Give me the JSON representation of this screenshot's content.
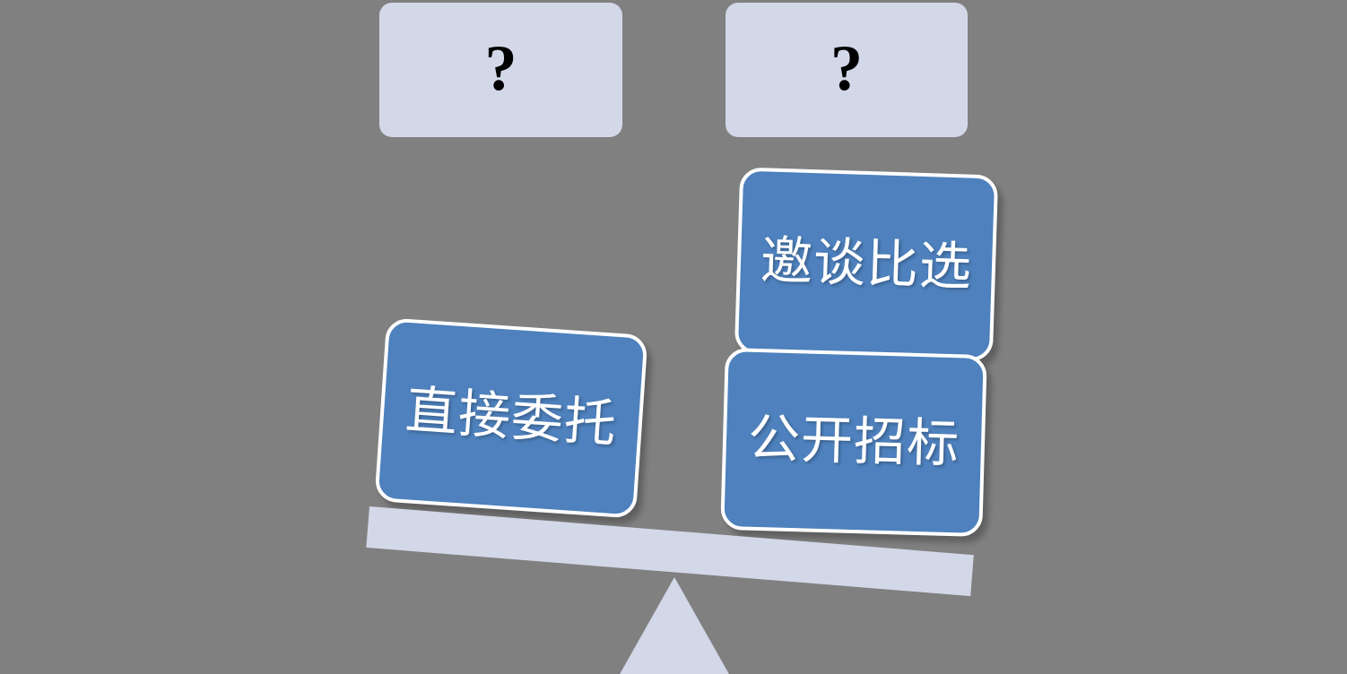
{
  "diagram": {
    "type": "balance-scale-comparison",
    "background_color": "#808080",
    "accent_color": "#4e81bd",
    "light_color": "#d2d8e8",
    "text_color": "#ffffff",
    "placeholders": [
      {
        "label": "?",
        "icon": "question-mark-icon"
      },
      {
        "label": "?",
        "icon": "question-mark-icon"
      }
    ],
    "options": [
      {
        "label": "邀谈比选",
        "side": "right",
        "position": "top"
      },
      {
        "label": "直接委托",
        "side": "left",
        "position": "pan"
      },
      {
        "label": "公开招标",
        "side": "right",
        "position": "pan"
      }
    ],
    "beam": {
      "tilt": "right-heavy",
      "angle_deg": 4.6
    },
    "fulcrum": {
      "shape": "triangle"
    }
  }
}
